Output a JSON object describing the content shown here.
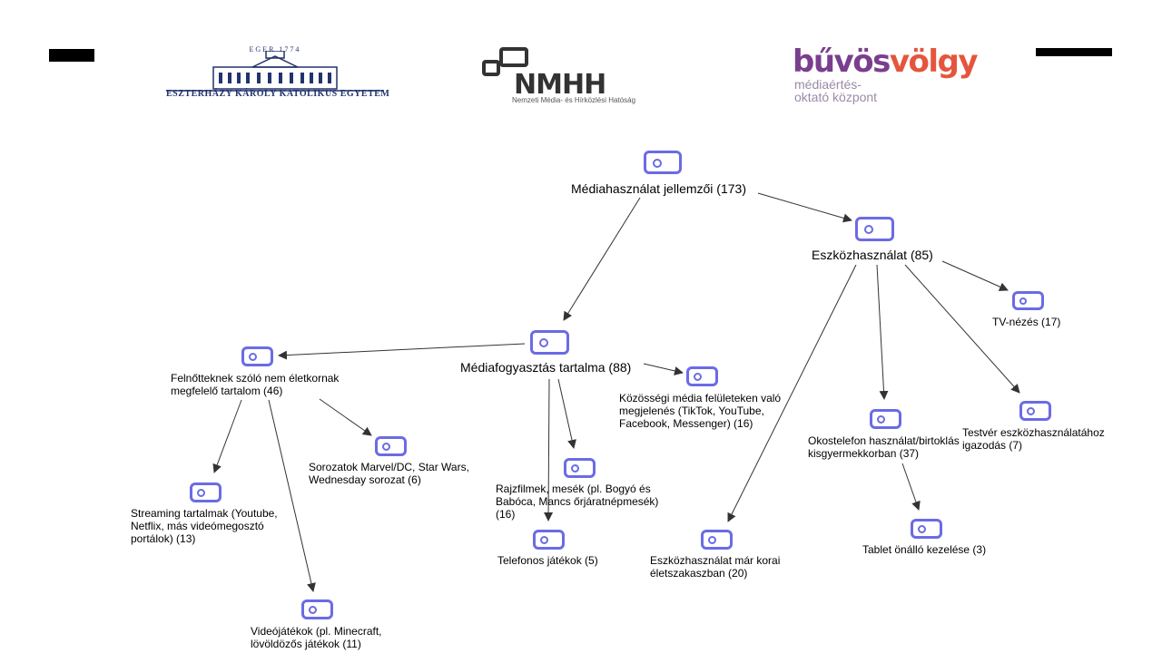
{
  "logos": {
    "eky": {
      "top_text": "EGER          1774",
      "name": "ESZTERHÁZY KÁROLY KATOLIKUS EGYETEM",
      "color": "#22336d"
    },
    "nmhh": {
      "word": "NMHH",
      "sub": "Nemzeti Média- és Hírközlési Hatóság"
    },
    "buvosvolgy": {
      "word_a": "bűvös",
      "word_b": "völgy",
      "sub": "médiaértés-\noktató központ",
      "color_a": "#7a3e8f",
      "color_b": "#e5553d"
    }
  },
  "colors": {
    "node_icon": "#6b6be6",
    "arrow": "#333333"
  },
  "nodes": {
    "root": {
      "label": "Médiahasználat jellemzői (173)"
    },
    "eszkoz": {
      "label": "Eszközhasználat (85)"
    },
    "tv": {
      "label": "TV-nézés (17)"
    },
    "mediafogy": {
      "label": "Médiafogyasztás tartalma (88)"
    },
    "felnott": {
      "label": "Felnőtteknek szóló nem életkornak\nmegfelelő tartalom (46)"
    },
    "kozossegi": {
      "label": "Közösségi média felületeken való\nmegjelenés (TikTok, YouTube,\nFacebook, Messenger) (16)"
    },
    "okostelefon": {
      "label": "Okostelefon használat/birtoklás\nkisgyermekkorban (37)"
    },
    "testver": {
      "label": "Testvér eszközhasználatához\nigazodás (7)"
    },
    "sorozatok": {
      "label": "Sorozatok Marvel/DC, Star Wars,\nWednesday sorozat (6)"
    },
    "rajzfilmek": {
      "label": "Rajzfilmek, mesék (pl. Bogyó és\nBabóca, Mancs őrjáratnépmesék)\n(16)"
    },
    "streaming": {
      "label": "Streaming tartalmak (Youtube,\nNetflix, más videómegosztó\nportálok) (13)"
    },
    "telefonos": {
      "label": "Telefonos játékok (5)"
    },
    "korai": {
      "label": "Eszközhasználat már korai\néletszakaszban (20)"
    },
    "tablet": {
      "label": "Tablet önálló kezelése (3)"
    },
    "videojatek": {
      "label": "Videójátékok (pl. Minecraft,\nlövöldözős játékok (11)"
    }
  }
}
